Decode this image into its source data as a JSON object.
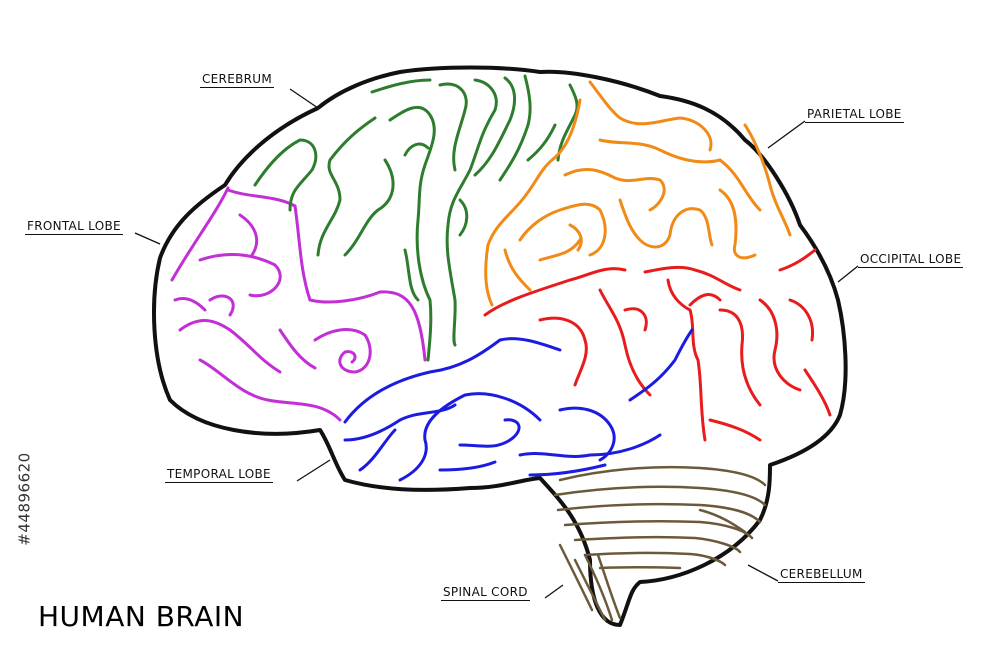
{
  "title": "HUMAN BRAIN",
  "stock_id": "#44896620",
  "labels": {
    "cerebrum": "CEREBRUM",
    "parietal": "PARIETAL LOBE",
    "frontal": "FRONTAL LOBE",
    "occipital": "OCCIPITAL LOBE",
    "temporal": "TEMPORAL LOBE",
    "cerebellum": "CEREBELLUM",
    "spinal": "SPINAL CORD"
  },
  "colors": {
    "outline": "#111111",
    "frontal": "#c22fd6",
    "cerebrum": "#2e7d2e",
    "parietal": "#f28a17",
    "occipital": "#e81c1c",
    "temporal": "#1c1ce0",
    "cerebellum": "#6b5a3a"
  }
}
